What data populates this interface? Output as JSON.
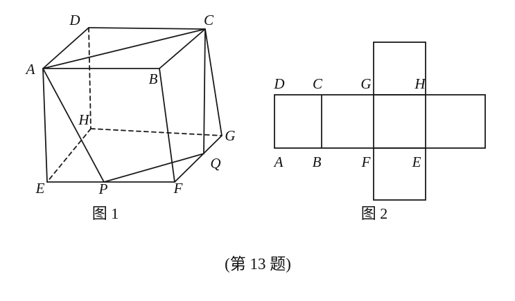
{
  "figure1": {
    "caption": "图 1",
    "labels": {
      "A": "A",
      "B": "B",
      "C": "C",
      "D": "D",
      "E": "E",
      "F": "F",
      "G": "G",
      "H": "H",
      "P": "P",
      "Q": "Q"
    }
  },
  "figure2": {
    "caption": "图 2",
    "top_labels": {
      "D": "D",
      "C": "C",
      "G": "G",
      "H": "H"
    },
    "bottom_labels": {
      "A": "A",
      "B": "B",
      "F": "F",
      "E": "E"
    }
  },
  "caption": "(第 13 题)"
}
